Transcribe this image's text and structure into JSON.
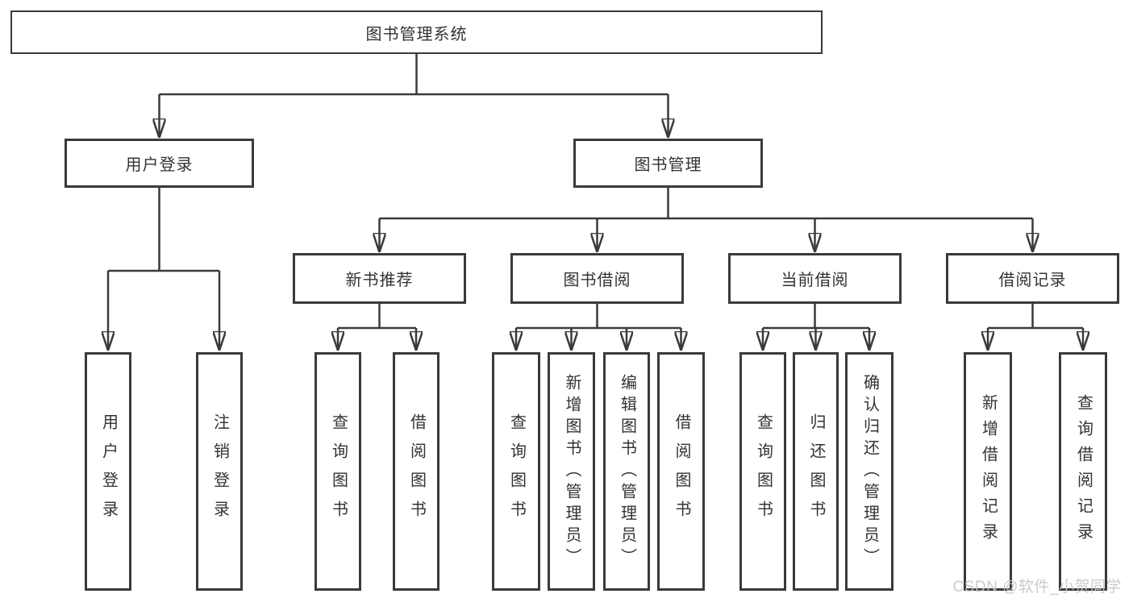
{
  "colors": {
    "line": "#3a3a3a",
    "box_border": "#3a3a3a",
    "text": "#333333",
    "background": "#ffffff",
    "watermark": "#c6c6c6"
  },
  "watermark": "CSDN @软件_小贺同学",
  "tree": {
    "label": "图书管理系统",
    "children": [
      {
        "label": "用户登录",
        "children": [
          {
            "label": "用户登录"
          },
          {
            "label": "注销登录"
          }
        ]
      },
      {
        "label": "图书管理",
        "children": [
          {
            "label": "新书推荐",
            "children": [
              {
                "label": "查询图书"
              },
              {
                "label": "借阅图书"
              }
            ]
          },
          {
            "label": "图书借阅",
            "children": [
              {
                "label": "查询图书"
              },
              {
                "label": "新增图书（管理员）"
              },
              {
                "label": "编辑图书（管理员）"
              },
              {
                "label": "借阅图书"
              }
            ]
          },
          {
            "label": "当前借阅",
            "children": [
              {
                "label": "查询图书"
              },
              {
                "label": "归还图书"
              },
              {
                "label": "确认归还（管理员）"
              }
            ]
          },
          {
            "label": "借阅记录",
            "children": [
              {
                "label": "新增借阅记录"
              },
              {
                "label": "查询借阅记录"
              }
            ]
          }
        ]
      }
    ]
  }
}
